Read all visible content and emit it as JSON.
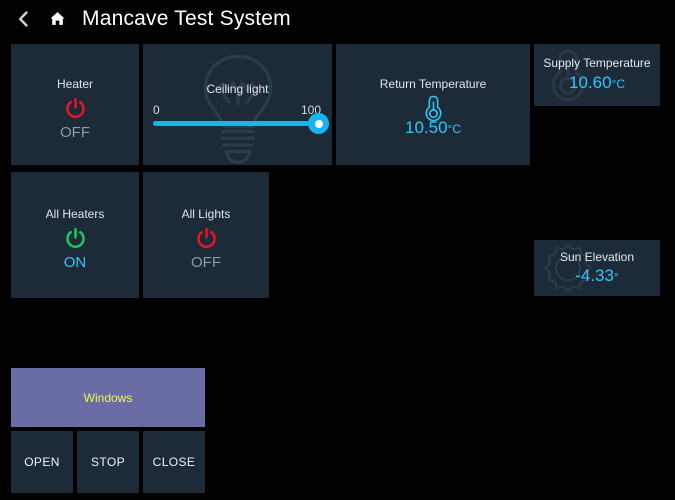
{
  "header": {
    "back_icon": "chevron-left-icon",
    "home_icon": "home-icon",
    "title": "Mancave Test System"
  },
  "cards": {
    "heater": {
      "title": "Heater",
      "icon": "power-icon",
      "icon_color": "#e8142a",
      "state": "OFF",
      "state_color": "#8e9aa6"
    },
    "ceiling_light": {
      "title": "Ceiling light",
      "watermark_icon": "lightbulb-icon",
      "slider_min": "0",
      "slider_max": "100",
      "slider_value": 100,
      "accent_color": "#16b4f0"
    },
    "return_temperature": {
      "title": "Return Temperature",
      "icon": "thermometer-icon",
      "value": "10.50",
      "unit": "°C",
      "value_color": "#2ec7ff"
    },
    "supply_temperature": {
      "title": "Supply Temperature",
      "watermark_icon": "thermometer-icon",
      "value": "10.60",
      "unit": "°C",
      "value_color": "#2ec7ff"
    },
    "all_heaters": {
      "title": "All Heaters",
      "icon": "power-icon",
      "icon_color": "#1ec95a",
      "state": "ON",
      "state_color": "#2ec7ff"
    },
    "all_lights": {
      "title": "All Lights",
      "icon": "power-icon",
      "icon_color": "#e8142a",
      "state": "OFF",
      "state_color": "#8e9aa6"
    },
    "sun_elevation": {
      "title": "Sun Elevation",
      "watermark_icon": "sun-icon",
      "value": "-4.33",
      "unit": "°",
      "value_color": "#2ec7ff"
    },
    "windows": {
      "header_label": "Windows",
      "header_color": "#6a6da5",
      "header_text_color": "#f2f542",
      "buttons": [
        {
          "label": "OPEN"
        },
        {
          "label": "STOP"
        },
        {
          "label": "CLOSE"
        }
      ]
    }
  }
}
